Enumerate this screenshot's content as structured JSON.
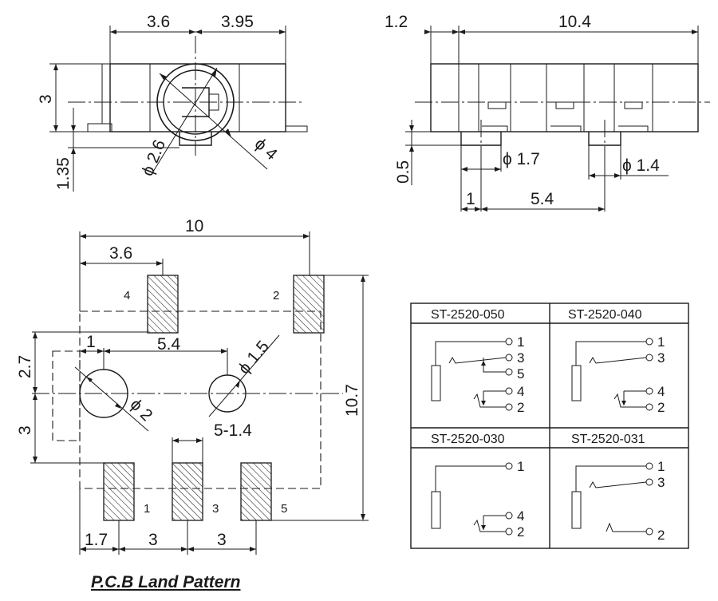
{
  "top_left_view": {
    "dim_left": "3.6",
    "dim_right": "3.95",
    "dim_height": "3",
    "dim_base": "1.35",
    "dim_inner_dia": "ϕ 2.6",
    "dim_outer_dia": "ϕ 4"
  },
  "top_right_view": {
    "dim_offset": "1.2",
    "dim_width": "10.4",
    "dim_post_height": "0.5",
    "dim_post1_dia": "ϕ 1.7",
    "dim_post2_dia": "ϕ 1.4",
    "dim_post_offset": "1",
    "dim_post_spacing": "5.4"
  },
  "land_pattern": {
    "dim_width": "10",
    "dim_pad4_offset": "3.6",
    "dim_hole_offset": "1",
    "dim_hole_spacing": "5.4",
    "dim_small_hole": "ϕ 1.5",
    "dim_large_hole": "ϕ 2",
    "dim_upper": "2.7",
    "dim_lower": "3",
    "dim_height": "10.7",
    "dim_pad_width": "5-1.4",
    "dim_pad1_offset": "1.7",
    "dim_pad_pitch_a": "3",
    "dim_pad_pitch_b": "3",
    "pad_labels": {
      "p4": "4",
      "p2": "2",
      "p1": "1",
      "p3": "3",
      "p5": "5"
    },
    "caption": "P.C.B Land Pattern"
  },
  "variant_table": {
    "headers": [
      "ST-2520-050",
      "ST-2520-040",
      "ST-2520-030",
      "ST-2520-031"
    ],
    "cell_050_pins": [
      "1",
      "3",
      "5",
      "4",
      "2"
    ],
    "cell_040_pins": [
      "1",
      "3",
      "4",
      "2"
    ],
    "cell_030_pins": [
      "1",
      "4",
      "2"
    ],
    "cell_031_pins": [
      "1",
      "3",
      "2"
    ]
  }
}
